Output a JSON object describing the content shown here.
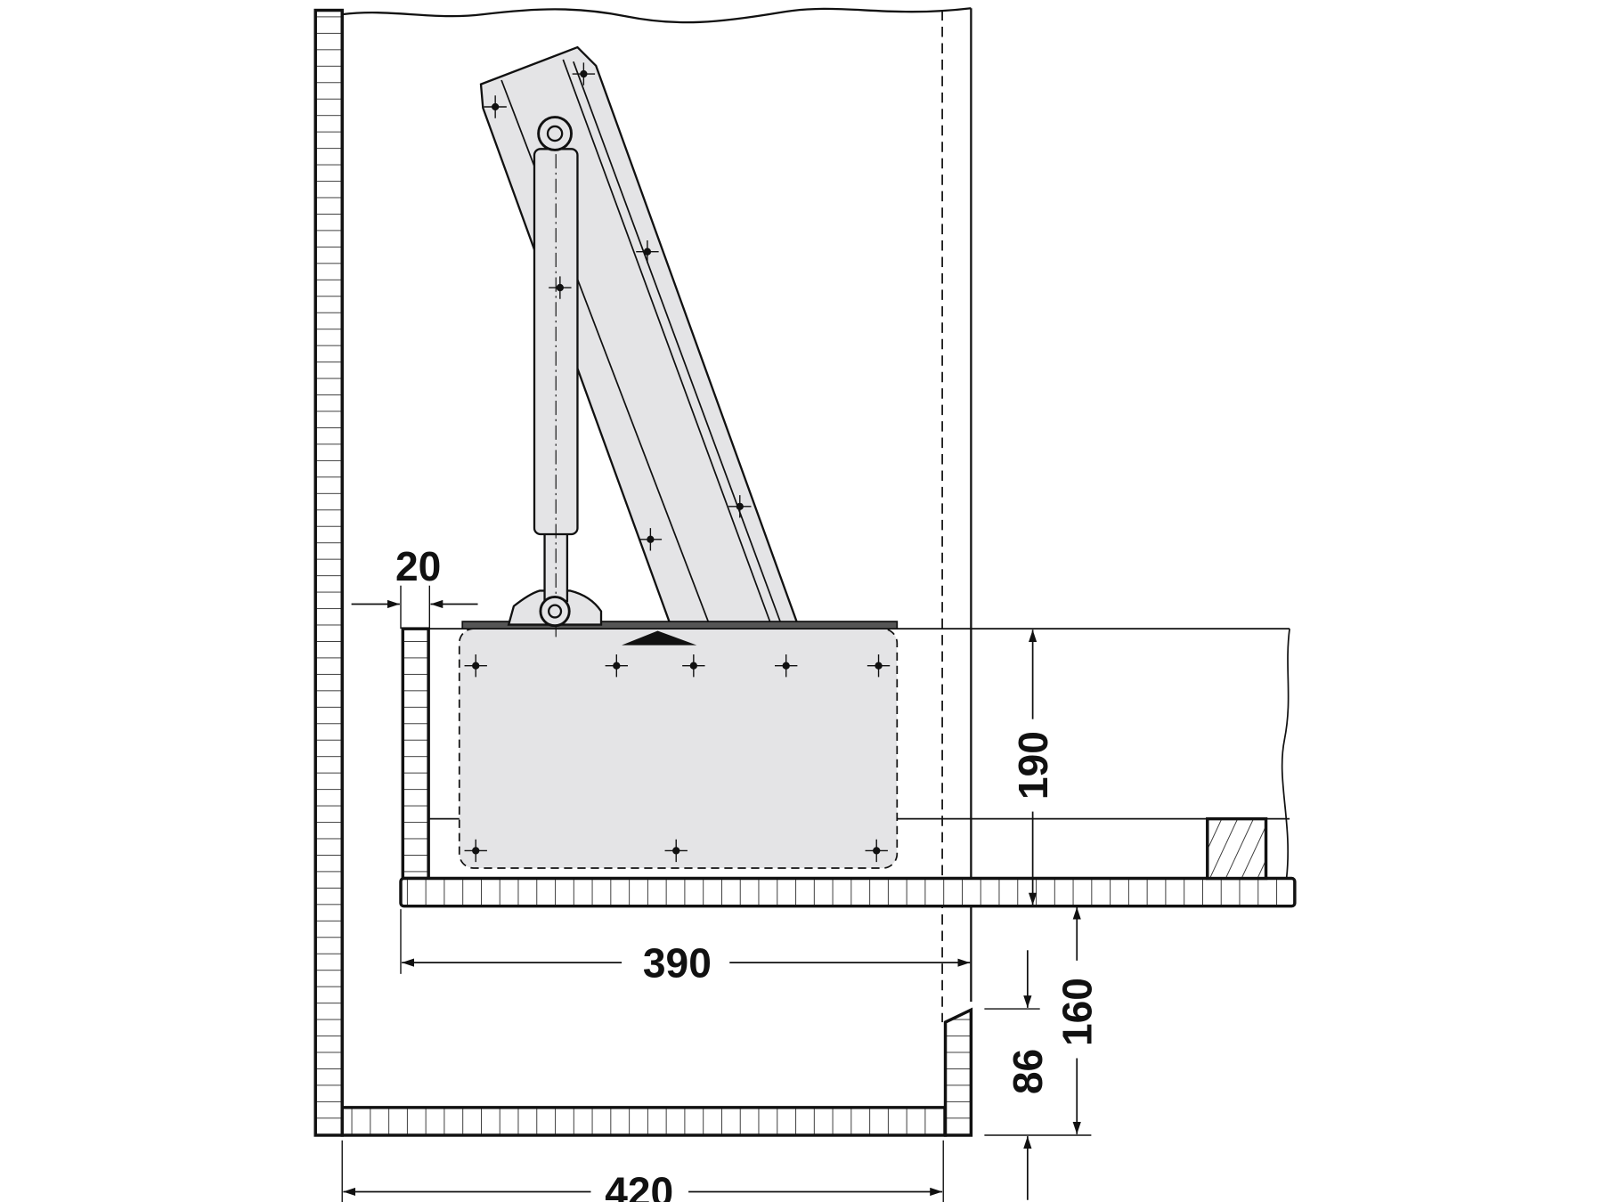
{
  "title": "Lift mechanism installation diagram",
  "dimensions": {
    "gap": "20",
    "drawer_depth": "390",
    "drawer_height": "190",
    "base_height": "160",
    "plinth_height": "86",
    "cabinet_depth": "420"
  },
  "colors": {
    "line": "#111111",
    "fill_gray": "#e4e4e6",
    "background": "#ffffff"
  }
}
